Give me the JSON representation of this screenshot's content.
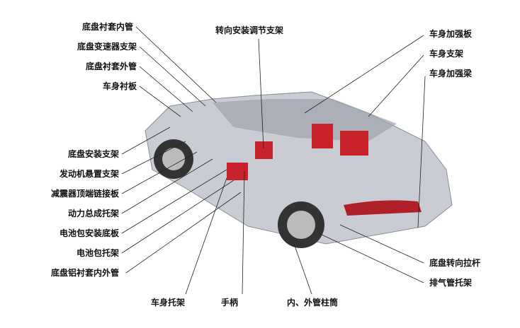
{
  "left_labels": [
    "底盘衬套内管",
    "底盘变速器支架",
    "底盘衬套外管",
    "车身衬板",
    "底盘安装支架",
    "发动机悬置支架",
    "减震器顶端链接板",
    "动力总成托架",
    "电池包安装底板",
    "电池包托架",
    "底盘铝衬套内外管"
  ],
  "top_label": "转向安装调节支架",
  "right_labels": [
    "车身加强板",
    "车身支架",
    "车身加强梁",
    "底盘转向拉杆",
    "排气管托架"
  ],
  "bottom_labels": [
    "车身托架",
    "手柄",
    "内、外管柱筒"
  ],
  "colors": {
    "body": "#c9ccd2",
    "seat": "#c8232a",
    "tire": "#333333"
  }
}
